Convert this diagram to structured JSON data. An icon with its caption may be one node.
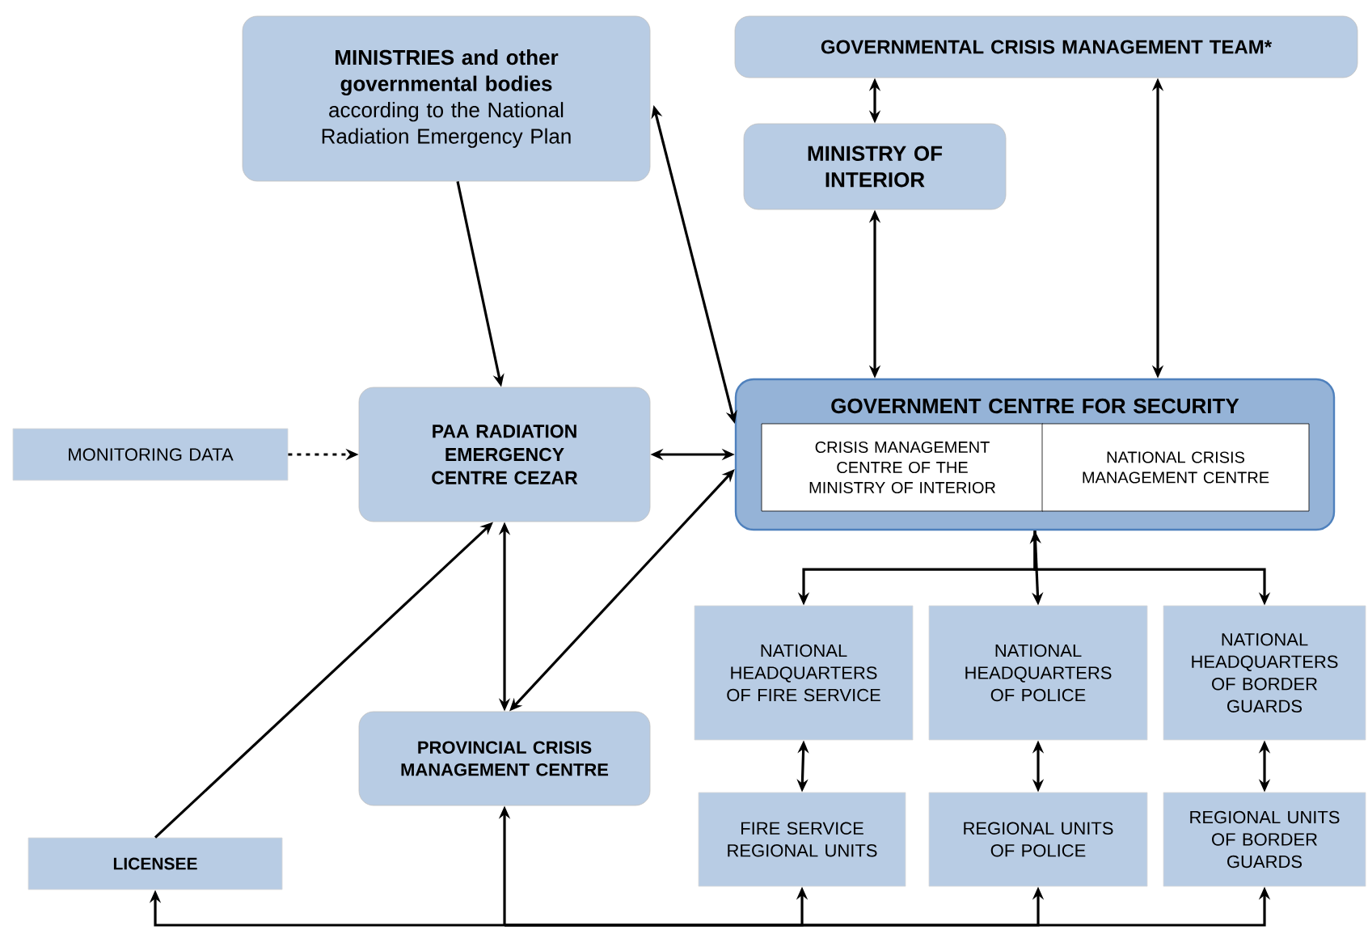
{
  "diagram": {
    "nodes": [
      {
        "text": [
          "MINISTRIES and other governmental bodies",
          "according to the National Radiation Emergency Plan"
        ]
      },
      {
        "text": [
          "GOVERNMENTAL CRISIS MANAGEMENT TEAM*"
        ]
      },
      {
        "text": [
          "MINISTRY OF INTERIOR"
        ]
      },
      {
        "text": [
          "MONITORING DATA"
        ]
      },
      {
        "text": [
          "PAA RADIATION EMERGENCY CENTRE CEZAR"
        ]
      },
      {
        "text": [
          "GOVERNMENT CENTRE FOR SECURITY"
        ]
      },
      {
        "text": [
          "CRISIS MANAGEMENT CENTRE OF THE MINISTRY OF INTERIOR"
        ],
        "in": 5
      },
      {
        "text": [
          "NATIONAL CRISIS MANAGEMENT CENTRE"
        ],
        "in": 5
      },
      {
        "text": [
          "NATIONAL HEADQUARTERS OF FIRE SERVICE"
        ]
      },
      {
        "text": [
          "NATIONAL HEADQUARTERS OF POLICE"
        ]
      },
      {
        "text": [
          "NATIONAL HEADQUARTERS OF BORDER GUARDS"
        ]
      },
      {
        "text": [
          "PROVINCIAL CRISIS MANAGEMENT CENTRE"
        ]
      },
      {
        "text": [
          "LICENSEE"
        ]
      },
      {
        "text": [
          "FIRE SERVICE REGIONAL UNITS"
        ]
      },
      {
        "text": [
          "REGIONAL UNITS OF POLICE"
        ]
      },
      {
        "text": [
          "REGIONAL UNITS OF BORDER GUARDS"
        ]
      }
    ],
    "edges": [
      {
        "from": 0,
        "to": 4,
        "arrow": "to"
      },
      {
        "from": 0,
        "to": 5,
        "arrow": "both"
      },
      {
        "from": 1,
        "to": 2,
        "arrow": "both"
      },
      {
        "from": 1,
        "to": 5,
        "arrow": "both"
      },
      {
        "from": 2,
        "to": 5,
        "arrow": "both"
      },
      {
        "from": 3,
        "to": 4,
        "arrow": "to",
        "style": "dashed"
      },
      {
        "from": 4,
        "to": 5,
        "arrow": "both"
      },
      {
        "from": 4,
        "to": 11,
        "arrow": "both"
      },
      {
        "from": 11,
        "to": 5,
        "arrow": "both"
      },
      {
        "from": 12,
        "to": 4,
        "arrow": "to"
      },
      {
        "from": 5,
        "to": 8,
        "arrow": "to"
      },
      {
        "from": 5,
        "to": 9,
        "arrow": "both"
      },
      {
        "from": 5,
        "to": 10,
        "arrow": "to"
      },
      {
        "from": 8,
        "to": 13,
        "arrow": "both"
      },
      {
        "from": 9,
        "to": 14,
        "arrow": "both"
      },
      {
        "from": 10,
        "to": 15,
        "arrow": "both"
      },
      {
        "from": null,
        "to": 12,
        "arrow": "to"
      },
      {
        "from": null,
        "to": 11,
        "arrow": "to"
      },
      {
        "from": null,
        "to": 13,
        "arrow": "to"
      },
      {
        "from": null,
        "to": 14,
        "arrow": "to"
      },
      {
        "from": null,
        "to": 15,
        "arrow": "to"
      }
    ]
  }
}
